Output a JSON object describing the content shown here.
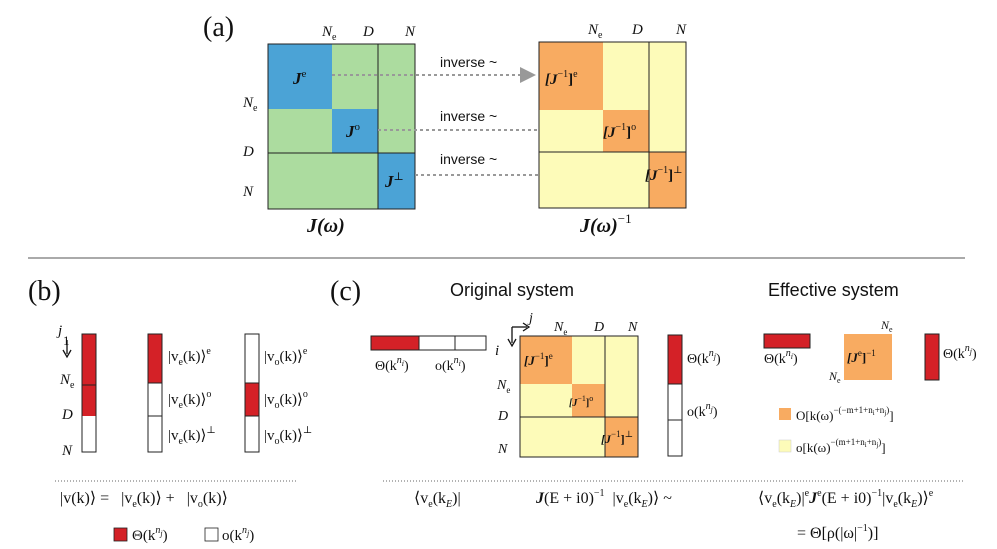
{
  "colors": {
    "blue": "#4ba3d6",
    "green": "#acdc9f",
    "orange": "#f8ab61",
    "yellow": "#fdfbb9",
    "red": "#d42127",
    "arrow": "#999999"
  },
  "panel_a": {
    "label": "(a)",
    "cols": [
      "N",
      "e",
      "D",
      "N"
    ],
    "rows": [
      "N",
      "e",
      "D",
      "N"
    ],
    "left": {
      "blocks": [
        "J",
        "e",
        "J",
        "o",
        "J",
        "⊥"
      ],
      "caption": "J(ω)"
    },
    "right": {
      "blocks": [
        "[J",
        "−1",
        "]",
        "e",
        "[J",
        "−1",
        "]",
        "o",
        "[J",
        "−1",
        "]",
        "⊥"
      ],
      "caption": "J(ω)",
      "caption_sup": "−1"
    },
    "arrow_label": "inverse ~"
  },
  "panel_b": {
    "label": "(b)",
    "j": "j",
    "rows": [
      "1",
      "N",
      "e",
      "D",
      "N"
    ],
    "ve_labels": [
      "|v",
      "e",
      "(k)⟩",
      "e",
      "|v",
      "e",
      "(k)⟩",
      "o",
      "|v",
      "e",
      "(k)⟩",
      "⊥"
    ],
    "vo_labels": [
      "|v",
      "o",
      "(k)⟩",
      "e",
      "|v",
      "o",
      "(k)⟩",
      "o",
      "|v",
      "o",
      "(k)⟩",
      "⊥"
    ],
    "equation": [
      "|v(k)⟩ = ",
      "|v",
      "e",
      "(k)⟩ + ",
      "|v",
      "o",
      "(k)⟩"
    ],
    "legend": [
      "Θ(k",
      "n",
      "j",
      ")",
      "o(k",
      "n",
      "j",
      ")"
    ]
  },
  "panel_c": {
    "label": "(c)",
    "title_original": "Original system",
    "title_effective": "Effective system",
    "i": "i",
    "j": "j",
    "cols": [
      "N",
      "e",
      "D",
      "N"
    ],
    "rows": [
      "N",
      "e",
      "D",
      "N"
    ],
    "row_vec_labels": [
      "Θ(k",
      "n",
      "i",
      ")",
      "o(k",
      "n",
      "i",
      ")"
    ],
    "col_vec_labels": [
      "Θ(k",
      "n",
      "j",
      ")",
      "o(k",
      "n",
      "j",
      ")"
    ],
    "blocks": [
      "[J",
      "−1",
      "]",
      "e",
      "[J",
      "−1",
      "]",
      "o",
      "[J",
      "−1",
      "]",
      "⊥"
    ],
    "eff_block": [
      "[J",
      "e",
      "]",
      "−1"
    ],
    "eff_N": [
      "N",
      "e"
    ],
    "legend_orange": [
      "O[k(ω)",
      "−(−m+1+n",
      "i",
      "+n",
      "j",
      ")",
      "]"
    ],
    "legend_yellow": [
      "o[k(ω)",
      "−(m+1+n",
      "i",
      "+n",
      "j",
      ")",
      "]"
    ],
    "eq_left": [
      "⟨v",
      "e",
      "(k",
      "E",
      ")|"
    ],
    "eq_mid": [
      "J",
      "(E + i0)",
      "−1",
      "|v",
      "e",
      "(k",
      "E",
      ")⟩ ~"
    ],
    "eq_right": [
      "⟨v",
      "e",
      "(k",
      "E",
      ")|",
      "e",
      "J",
      "e",
      "(E + i0)",
      "−1",
      "|v",
      "e",
      "(k",
      "E",
      ")⟩",
      "e"
    ],
    "eq_result": [
      "= Θ[ρ(|ω|",
      "−1",
      ")]"
    ]
  }
}
